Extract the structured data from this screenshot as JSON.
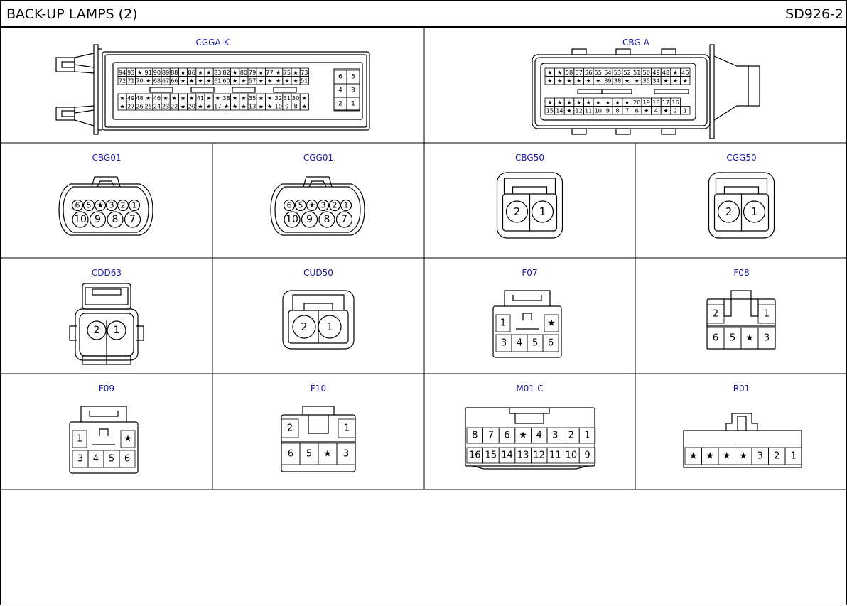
{
  "header": {
    "title": "BACK-UP LAMPS (2)",
    "code": "SD926-2"
  },
  "connectors": [
    {
      "id": "cgga-k",
      "name": "CGGA-K"
    },
    {
      "id": "cbg-a",
      "name": "CBG-A"
    },
    {
      "id": "cbg01",
      "name": "CBG01"
    },
    {
      "id": "cgg01",
      "name": "CGG01"
    },
    {
      "id": "cbg50",
      "name": "CBG50"
    },
    {
      "id": "cgg50",
      "name": "CGG50"
    },
    {
      "id": "cdd63",
      "name": "CDD63"
    },
    {
      "id": "cud50",
      "name": "CUD50"
    },
    {
      "id": "f07",
      "name": "F07"
    },
    {
      "id": "f08",
      "name": "F08"
    },
    {
      "id": "f09",
      "name": "F09"
    },
    {
      "id": "f10",
      "name": "F10"
    },
    {
      "id": "m01-c",
      "name": "M01-C"
    },
    {
      "id": "r01",
      "name": "R01"
    }
  ],
  "pins": {
    "cgga_k_r1": [
      "94",
      "93",
      "★",
      "91",
      "90",
      "89",
      "88",
      "★",
      "86",
      "★",
      "★",
      "83",
      "82",
      "★",
      "80",
      "79",
      "★",
      "77",
      "★",
      "75",
      "★",
      "73"
    ],
    "cgga_k_r2": [
      "72",
      "71",
      "70",
      "★",
      "68",
      "67",
      "66",
      "★",
      "★",
      "★",
      "★",
      "61",
      "60",
      "★",
      "★",
      "57",
      "★",
      "★",
      "★",
      "★",
      "★",
      "51"
    ],
    "cgga_k_r3": [
      "★",
      "49",
      "48",
      "★",
      "46",
      "★",
      "★",
      "★",
      "★",
      "41",
      "★",
      "★",
      "38",
      "★",
      "★",
      "35",
      "★",
      "★",
      "32",
      "31",
      "30",
      "★"
    ],
    "cgga_k_r4": [
      "★",
      "27",
      "26",
      "25",
      "24",
      "23",
      "22",
      "★",
      "20",
      "★",
      "★",
      "17",
      "★",
      "★",
      "★",
      "13",
      "★",
      "★",
      "10",
      "9",
      "8",
      "★"
    ],
    "cgga_k_side": [
      "6",
      "5",
      "4",
      "3",
      "2",
      "1"
    ],
    "cbg_a_r1": [
      "★",
      "★",
      "58",
      "57",
      "56",
      "55",
      "54",
      "53",
      "52",
      "51",
      "50",
      "49",
      "48",
      "★",
      "46"
    ],
    "cbg_a_r2": [
      "★",
      "★",
      "★",
      "★",
      "★",
      "★",
      "39",
      "38",
      "★",
      "★",
      "35",
      "34",
      "★",
      "★",
      "★"
    ],
    "cbg_a_r3": [
      "★",
      "★",
      "★",
      "★",
      "★",
      "★",
      "★",
      "★",
      "★",
      "20",
      "19",
      "18",
      "17",
      "16"
    ],
    "cbg_a_r4": [
      "15",
      "14",
      "★",
      "12",
      "11",
      "10",
      "9",
      "8",
      "7",
      "6",
      "★",
      "4",
      "★",
      "2",
      "1"
    ],
    "round10_top": [
      "6",
      "5",
      "★",
      "3",
      "2",
      "1"
    ],
    "round10_bot": [
      "10",
      "9",
      "8",
      "7"
    ],
    "pair": [
      "2",
      "1"
    ],
    "six_top": [
      "1",
      "★"
    ],
    "six_bot": [
      "3",
      "4",
      "5",
      "6"
    ],
    "f08_top": [
      "2",
      "1"
    ],
    "f08_bot": [
      "6",
      "5",
      "★",
      "3"
    ],
    "m01c_top": [
      "8",
      "7",
      "6",
      "★",
      "4",
      "3",
      "2",
      "1"
    ],
    "m01c_bot": [
      "16",
      "15",
      "14",
      "13",
      "12",
      "11",
      "10",
      "9"
    ],
    "r01": [
      "★",
      "★",
      "★",
      "★",
      "3",
      "2",
      "1"
    ]
  }
}
